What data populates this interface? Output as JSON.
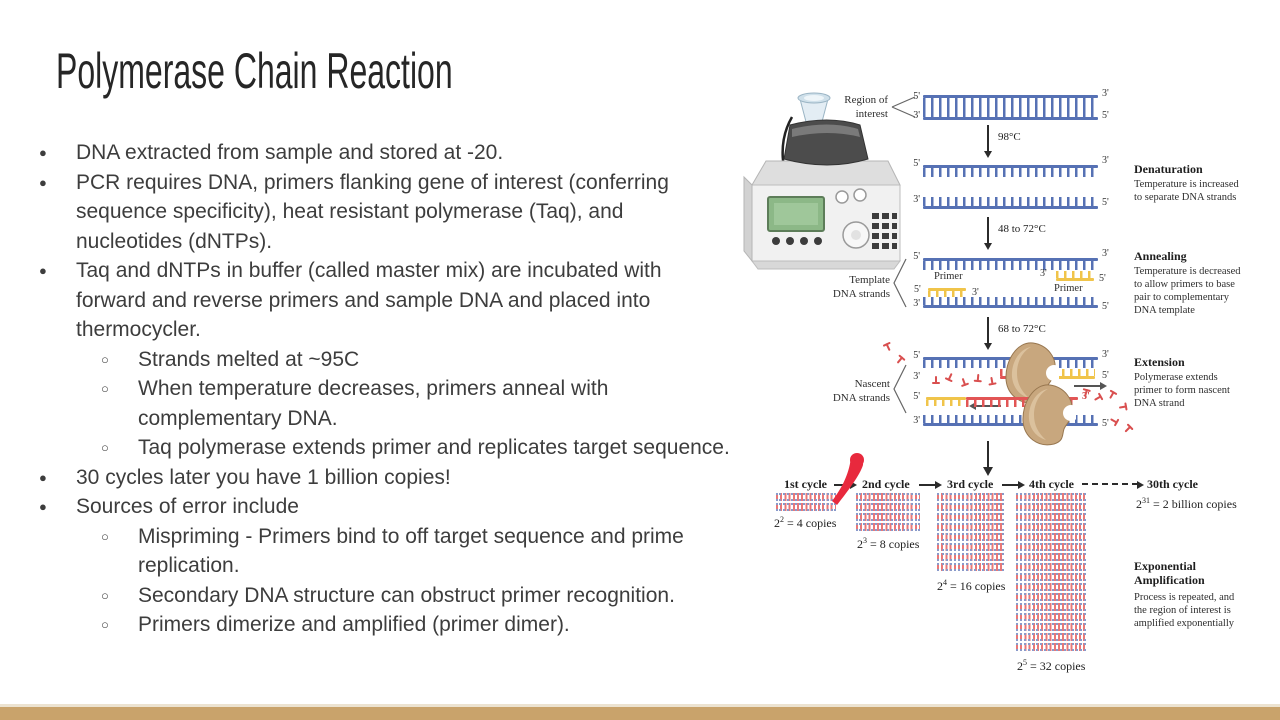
{
  "slide": {
    "title": "Polymerase Chain Reaction"
  },
  "bullets": {
    "marker_l1": "●",
    "marker_l2": "○",
    "items": [
      {
        "level": 1,
        "text": "DNA extracted from sample and stored at -20."
      },
      {
        "level": 1,
        "text": "PCR requires DNA, primers flanking gene of interest (conferring sequence specificity), heat resistant polymerase (Taq), and nucleotides (dNTPs)."
      },
      {
        "level": 1,
        "text": "Taq and dNTPs in buffer (called master mix) are incubated with forward and reverse primers and sample DNA and placed into thermocycler."
      },
      {
        "level": 2,
        "text": "Strands melted at ~95C"
      },
      {
        "level": 2,
        "text": "When temperature decreases, primers anneal with complementary DNA."
      },
      {
        "level": 2,
        "text": "Taq polymerase extends primer and replicates target sequence."
      },
      {
        "level": 1,
        "text": "30 cycles later you have 1 billion copies!"
      },
      {
        "level": 1,
        "text": "Sources of error include"
      },
      {
        "level": 2,
        "text": "Mispriming - Primers bind to off target sequence and prime replication."
      },
      {
        "level": 2,
        "text": "Secondary DNA structure can obstruct primer recognition."
      },
      {
        "level": 2,
        "text": "Primers dimerize and amplified (primer dimer)."
      }
    ]
  },
  "diagram": {
    "region_of_interest": "Region of\ninterest",
    "template_strands": "Template\nDNA strands",
    "nascent_strands": "Nascent\nDNA strands",
    "primer": "Primer",
    "ends": {
      "five": "5'",
      "three": "3'"
    },
    "temps": {
      "t1": "98°C",
      "t2": "48 to 72°C",
      "t3": "68 to 72°C"
    },
    "steps": {
      "denaturation": {
        "title": "Denaturation",
        "desc": "Temperature is increased\nto separate DNA strands"
      },
      "annealing": {
        "title": "Annealing",
        "desc": "Temperature is decreased\nto allow primers to base\npair to complementary\nDNA template"
      },
      "extension": {
        "title": "Extension",
        "desc": "Polymerase extends\nprimer to form nascent\nDNA strand"
      },
      "amplification": {
        "title": "Exponential\nAmplification",
        "desc": "Process is repeated, and\nthe region of interest is\namplified exponentially"
      }
    },
    "cycles": {
      "c1": "1st cycle",
      "c2": "2nd cycle",
      "c3": "3rd cycle",
      "c4": "4th cycle",
      "c30": "30th cycle"
    },
    "copies": [
      {
        "base": "2",
        "exp": "2",
        "rest": " = 4 copies"
      },
      {
        "base": "2",
        "exp": "3",
        "rest": " = 8 copies"
      },
      {
        "base": "2",
        "exp": "4",
        "rest": " = 16 copies"
      },
      {
        "base": "2",
        "exp": "5",
        "rest": " = 32 copies"
      },
      {
        "base": "2",
        "exp": "31",
        "rest": " = 2 billion copies"
      }
    ],
    "colors": {
      "dna_blue": "#5671b4",
      "primer_yellow": "#f0c44a",
      "nascent_red": "#e25555",
      "polymerase_tan": "#c8a77e",
      "footer_tan": "#c9a36b"
    }
  }
}
